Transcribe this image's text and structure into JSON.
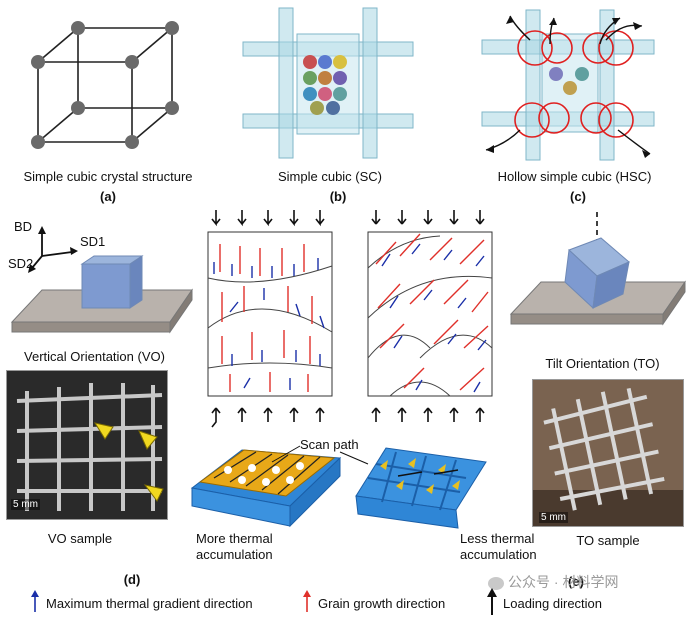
{
  "panels": {
    "a": {
      "caption": "Simple cubic crystal structure",
      "letter": "(a)"
    },
    "b": {
      "caption": "Simple cubic (SC)",
      "letter": "(b)"
    },
    "c": {
      "caption": "Hollow simple cubic (HSC)",
      "letter": "(c)"
    },
    "d": {
      "letter": "(d)"
    },
    "e": {
      "letter": "(e)"
    }
  },
  "axes": {
    "bd": "BD",
    "sd1": "SD1",
    "sd2": "SD2"
  },
  "orientations": {
    "vo": "Vertical Orientation (VO)",
    "to": "Tilt Orientation (TO)",
    "vo_sample": "VO sample",
    "to_sample": "TO sample",
    "scale_bar": "5 mm"
  },
  "scan": {
    "scan_path": "Scan path",
    "more_thermal": "More thermal accumulation",
    "less_thermal": "Less thermal accumulation"
  },
  "legend": {
    "thermal_gradient": "Maximum thermal gradient direction",
    "grain_growth": "Grain growth direction",
    "loading": "Loading direction"
  },
  "watermark": "公众号 · 材料学网",
  "colors": {
    "blue_arrow": "#1a2fa8",
    "red_arrow": "#e0302a",
    "lattice": "#8fc7d8",
    "scan_yellow": "#e8a818",
    "scan_blue": "#2f86d6"
  }
}
